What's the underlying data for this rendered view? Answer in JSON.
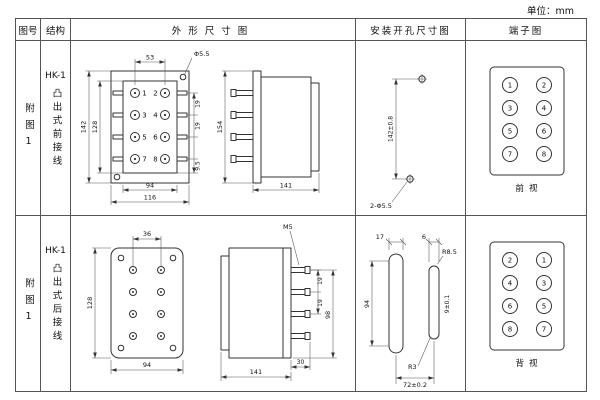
{
  "page": {
    "unit_label": "单位：mm"
  },
  "table": {
    "header": {
      "fig": "图号",
      "structure": "结构",
      "outline": "外形尺寸图",
      "mounting": "安装开孔尺寸图",
      "terminal": "端子图"
    },
    "row1": {
      "fig": "附图1",
      "model": "HK-1",
      "structure": "凸出式前接线",
      "outline": {
        "d53": "53",
        "hole": "Φ5.5",
        "d142": "142",
        "d128": "128",
        "p1": "19",
        "p2": "19",
        "p3": "9.5",
        "d94": "94",
        "d116": "116",
        "d154": "154",
        "d141": "141",
        "nums": [
          "1",
          "2",
          "3",
          "4",
          "5",
          "6",
          "7",
          "8"
        ]
      },
      "mounting": {
        "v": "142±0.8",
        "holes": "2-Φ5.5"
      },
      "terminal": {
        "left": [
          "1",
          "3",
          "5",
          "7"
        ],
        "right": [
          "2",
          "4",
          "6",
          "8"
        ],
        "caption": "前视"
      }
    },
    "row2": {
      "fig": "附图1",
      "model": "HK-1",
      "structure": "凸出式后接线",
      "outline": {
        "d36": "36",
        "d128": "128",
        "d94": "94",
        "thread": "M5",
        "d98": "98",
        "p1": "19",
        "p2": "19",
        "d30": "30",
        "d141": "141"
      },
      "mounting": {
        "d17": "17",
        "d6": "6",
        "r1": "R8.5",
        "v": "94",
        "w": "9±0.1",
        "r2": "R3",
        "h": "72±0.2"
      },
      "terminal": {
        "left": [
          "2",
          "4",
          "6",
          "8"
        ],
        "right": [
          "1",
          "3",
          "5",
          "7"
        ],
        "caption": "背视"
      }
    }
  }
}
